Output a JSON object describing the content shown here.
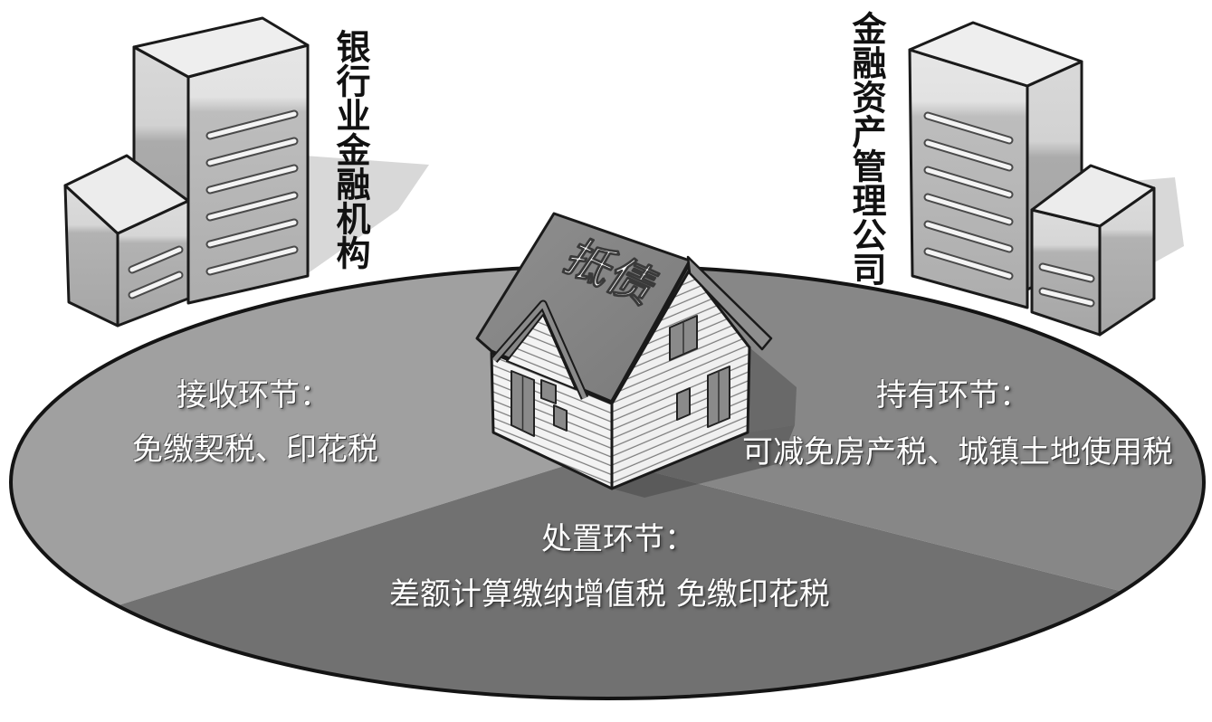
{
  "illustration": {
    "left_institution": "银行业金融机构",
    "right_institution": "金融资产管理公司",
    "house_label": "抵债"
  },
  "stages": [
    {
      "title": "接收环节：",
      "detail": "免缴契税、印花税"
    },
    {
      "title": "持有环节：",
      "detail": "可减免房产税、城镇土地使用税"
    },
    {
      "title": "处置环节：",
      "detail": "差额计算缴纳增值税 免缴印花税"
    }
  ],
  "colors": {
    "sector_receive": "#a0a0a0",
    "sector_hold": "#878787",
    "sector_dispose": "#717171",
    "outline": "#141414"
  }
}
